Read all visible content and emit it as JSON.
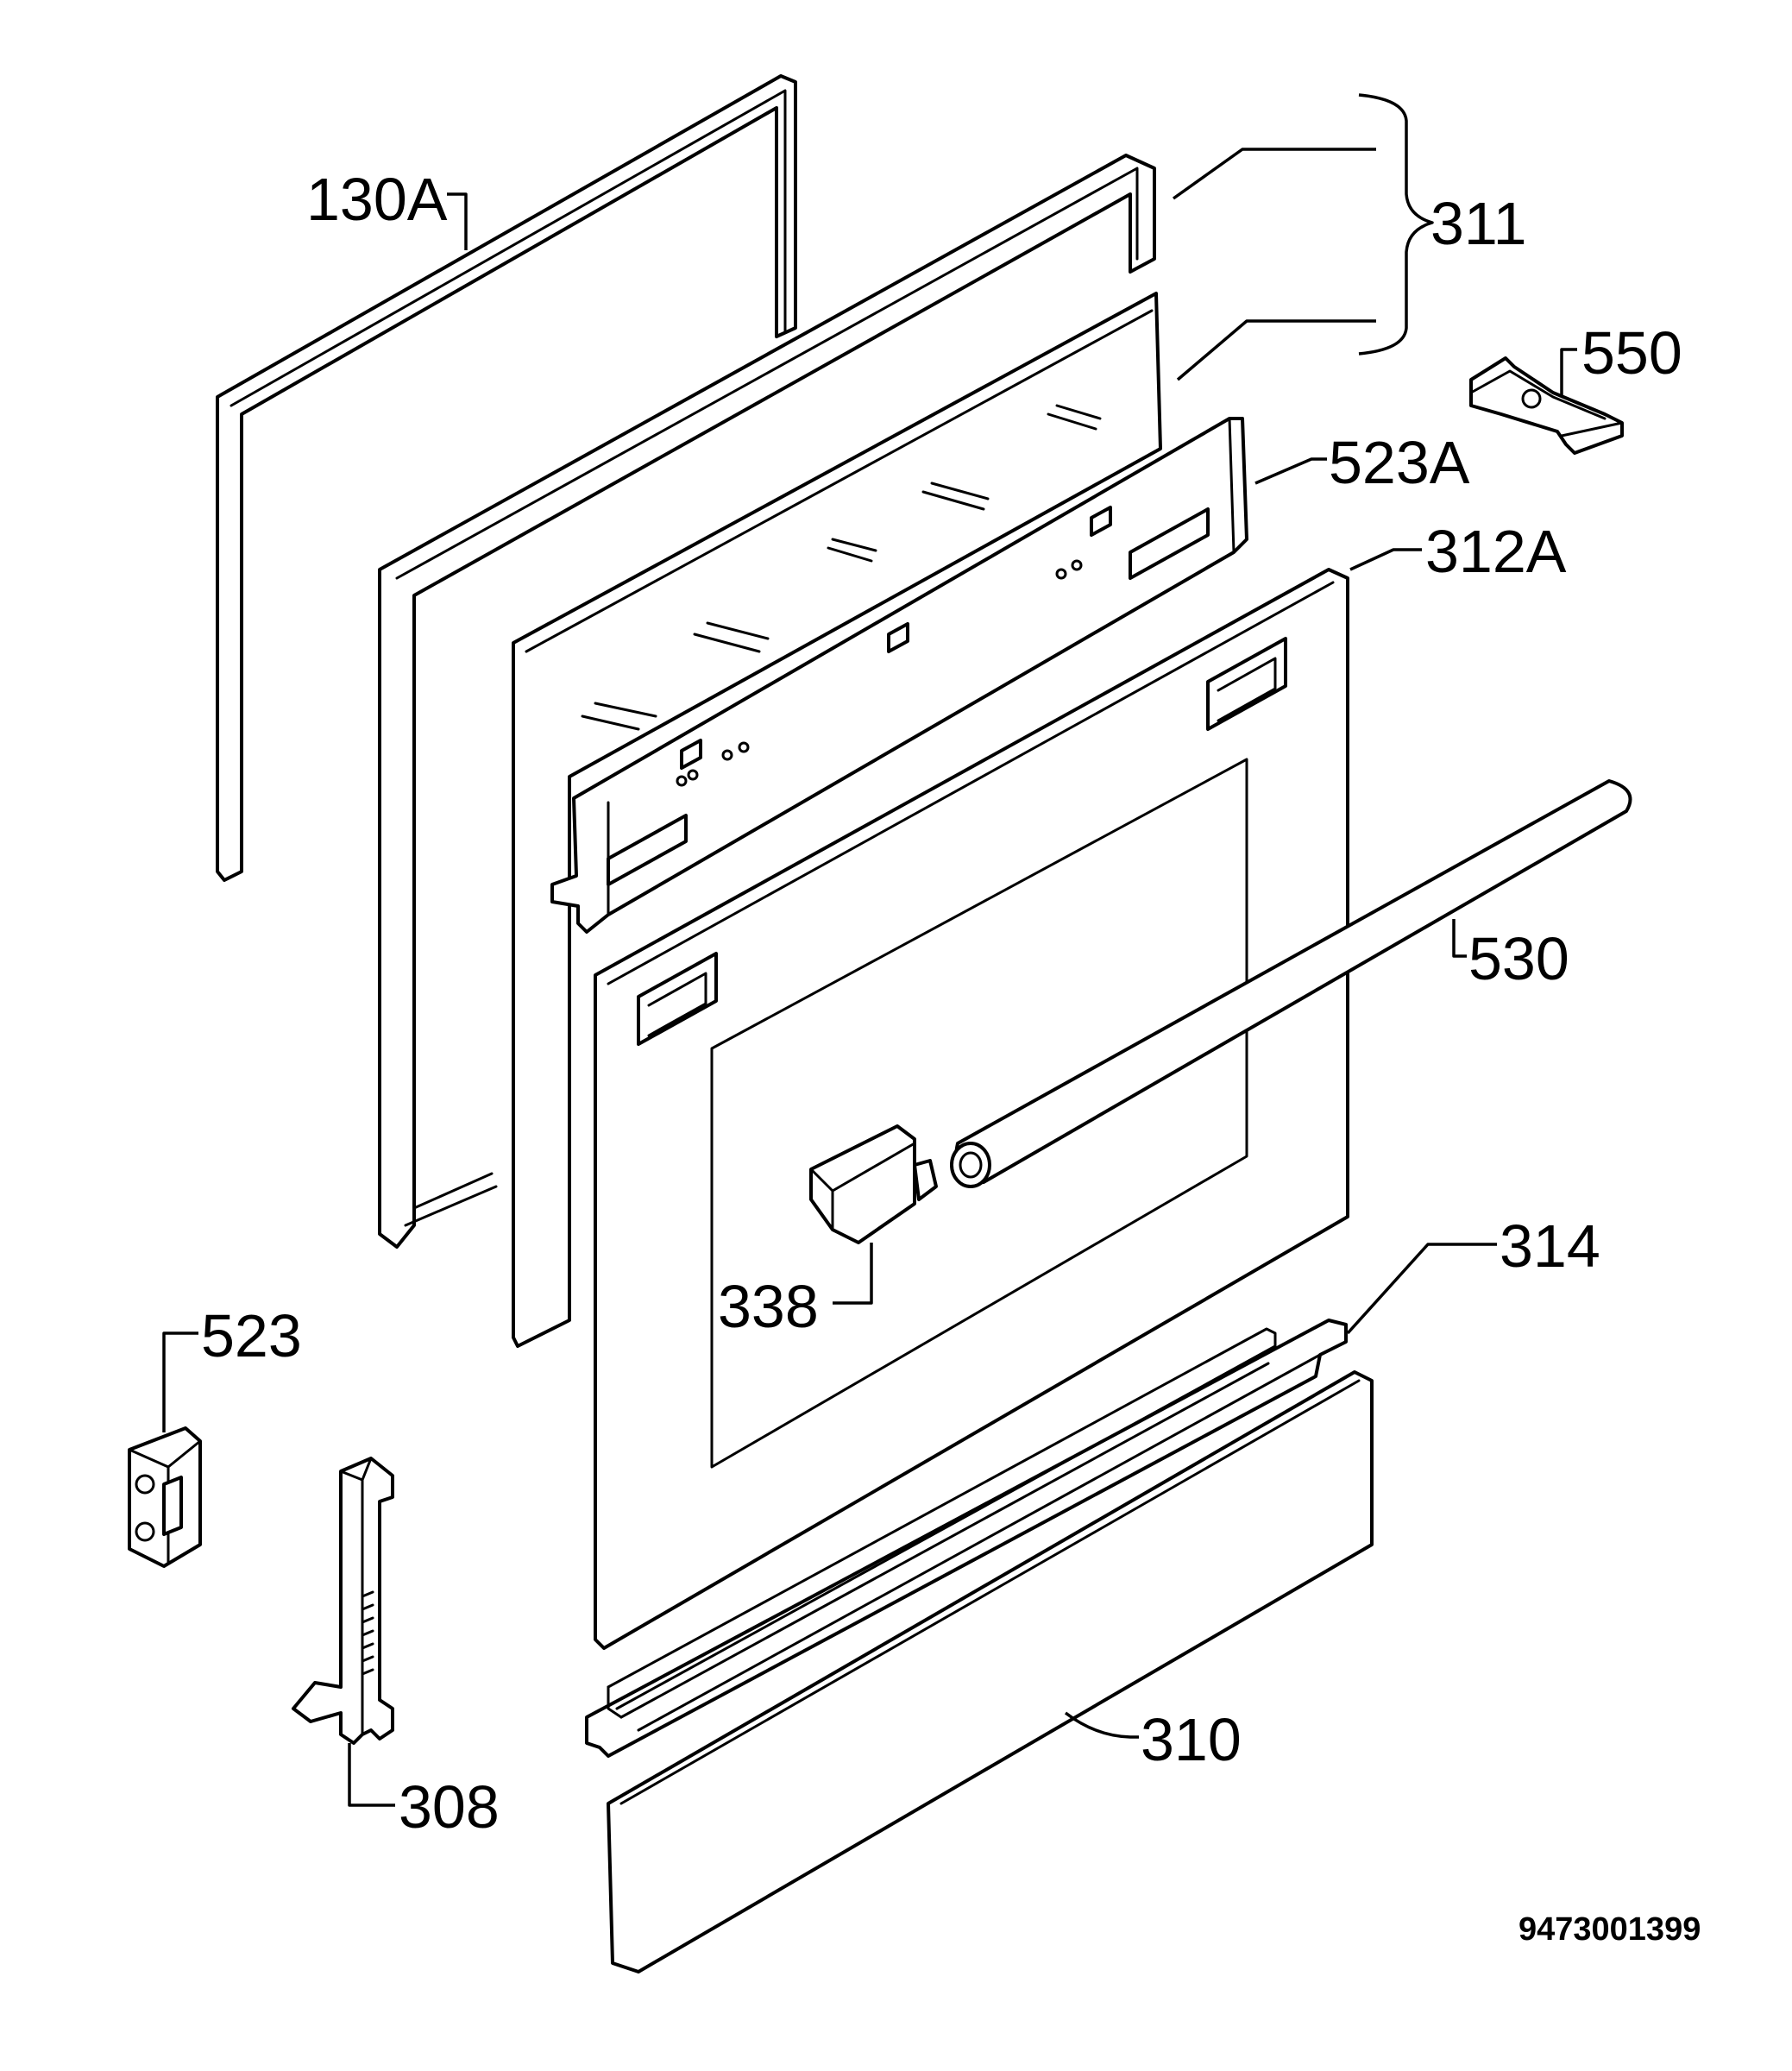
{
  "labels": {
    "p130A": "130A",
    "p311": "311",
    "p550": "550",
    "p523A": "523A",
    "p312A": "312A",
    "p530": "530",
    "p314": "314",
    "p338": "338",
    "p523": "523",
    "p308": "308",
    "p310": "310"
  },
  "drawing_number": "9473001399"
}
